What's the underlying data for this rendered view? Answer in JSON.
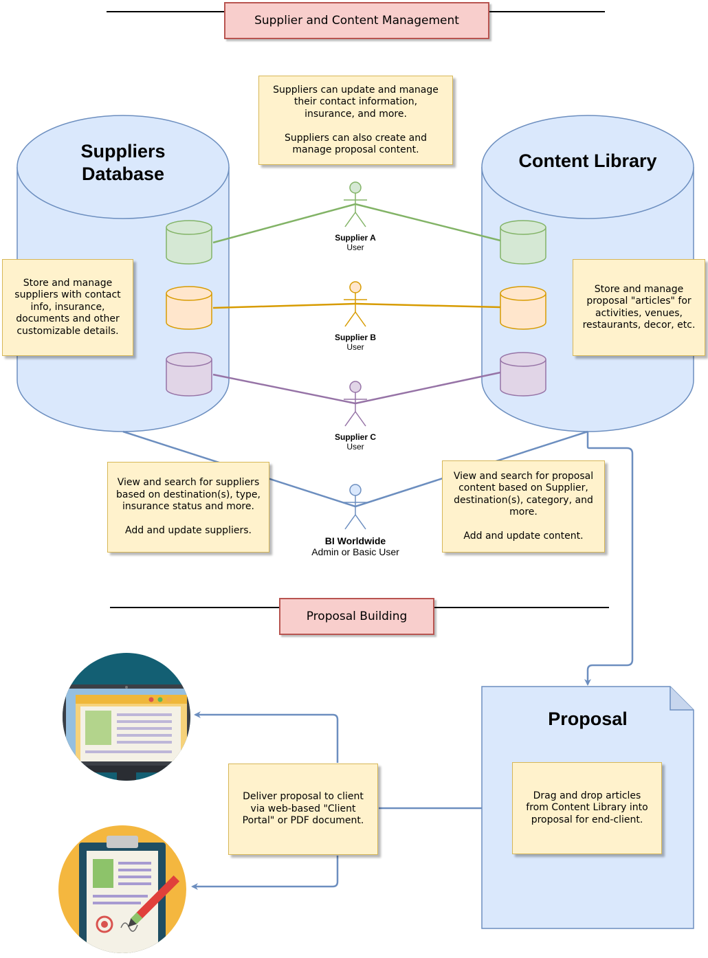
{
  "sections": {
    "management": "Supplier and Content Management",
    "proposal_building": "Proposal Building"
  },
  "databases": {
    "suppliers": "Suppliers\nDatabase",
    "content_library": "Content Library"
  },
  "notes": {
    "supplier_update": "Suppliers can update and manage\ntheir contact information,\ninsurance, and more.\n\nSuppliers can also create and\nmanage proposal content.",
    "suppliers_store": "Store and manage\nsuppliers with contact\ninfo, insurance,\ndocuments and other\ncustomizable details.",
    "content_store": "Store and manage\nproposal \"articles\" for\nactivities, venues,\nrestaurants, decor, etc.",
    "view_suppliers": "View and search for suppliers\nbased on destination(s), type,\ninsurance status and more.\n\nAdd and update suppliers.",
    "view_content": "View and search for proposal\ncontent based on Supplier,\ndestination(s), category, and\nmore.\n\nAdd and update content.",
    "deliver": "Deliver proposal to client\nvia web-based \"Client\nPortal\" or PDF document.",
    "drag_drop": "Drag and drop articles\nfrom Content Library into\nproposal for end-client."
  },
  "actors": {
    "supplier_a": {
      "name": "Supplier A",
      "role": "User"
    },
    "supplier_b": {
      "name": "Supplier B",
      "role": "User"
    },
    "supplier_c": {
      "name": "Supplier C",
      "role": "User"
    },
    "bi": {
      "name": "BI Worldwide",
      "role": "Admin or Basic User"
    }
  },
  "proposal": {
    "title": "Proposal"
  },
  "icons": [
    "monitor-icon",
    "clipboard-icon"
  ],
  "colors": {
    "db_fill": "#dae8fc",
    "db_stroke": "#6c8ebf",
    "green": "#82b366",
    "green_fill": "#d5e8d4",
    "orange": "#d79b00",
    "orange_fill": "#ffe6cc",
    "purple": "#9673a6",
    "purple_fill": "#e1d5e7",
    "note_fill": "#fff2cc",
    "note_stroke": "#d6b656",
    "title_fill": "#f8cecc",
    "title_stroke": "#b85450"
  }
}
